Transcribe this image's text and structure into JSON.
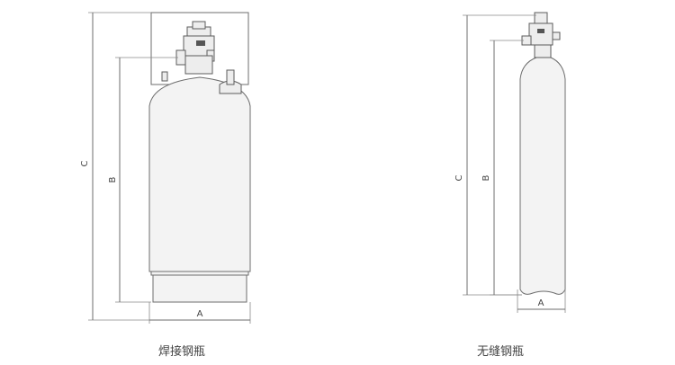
{
  "welded_cylinder": {
    "caption": "焊接钢瓶",
    "dim_a": "A",
    "dim_b": "B",
    "dim_c": "C"
  },
  "seamless_cylinder": {
    "caption": "无缝钢瓶",
    "dim_a": "A",
    "dim_b": "B",
    "dim_c": "C"
  }
}
